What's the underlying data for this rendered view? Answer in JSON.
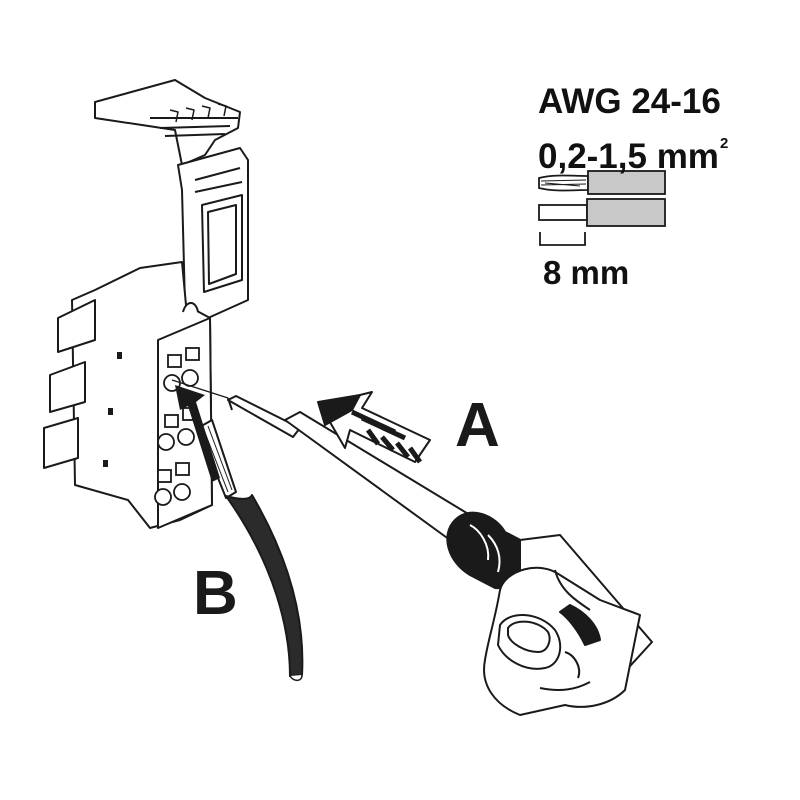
{
  "spec": {
    "awg": "AWG 24-16",
    "cross_section": "0,2-1,5 mm",
    "cross_section_exponent": "2",
    "strip_length": "8 mm"
  },
  "labels": {
    "step_a": "A",
    "step_b": "B"
  },
  "colors": {
    "line": "#1a1a1a",
    "wire_insulation": "#2b2b2b",
    "ferrule_sleeve": "#c8c8c8",
    "grip": "#1a1a1a"
  }
}
